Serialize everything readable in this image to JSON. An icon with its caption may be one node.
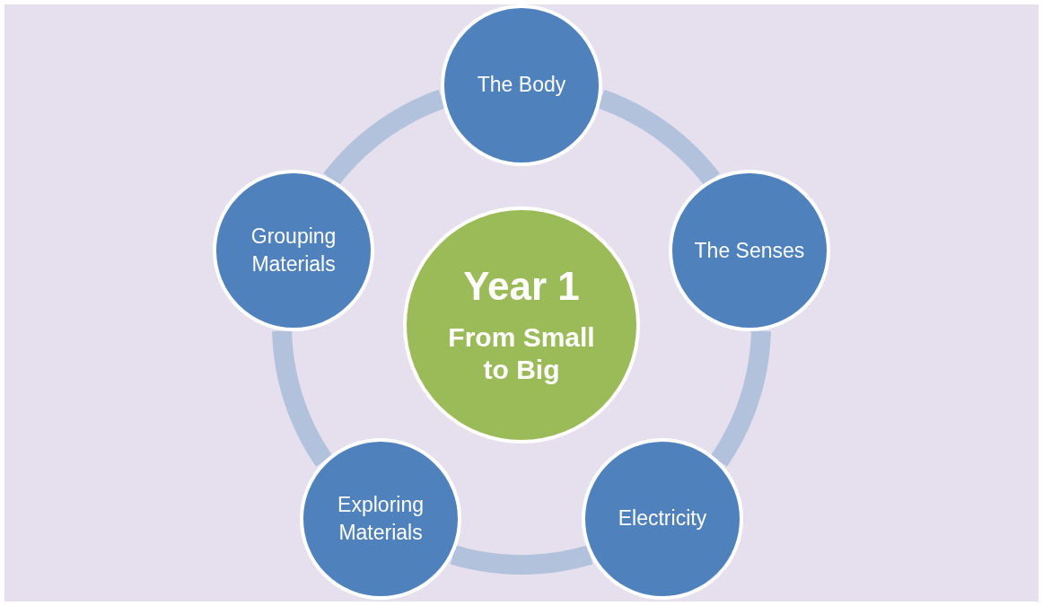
{
  "diagram": {
    "nodes": [
      {
        "text": [
          "Year 1",
          "From Small to Big"
        ]
      },
      {
        "text": [
          "The Body"
        ]
      },
      {
        "text": [
          "The Senses"
        ]
      },
      {
        "text": [
          "Electricity"
        ]
      },
      {
        "text": [
          "Exploring Materials"
        ]
      },
      {
        "text": [
          "Grouping Materials"
        ]
      }
    ],
    "edges": [
      {
        "from": 1,
        "to": 2,
        "arrow": "none"
      },
      {
        "from": 2,
        "to": 3,
        "arrow": "none"
      },
      {
        "from": 3,
        "to": 4,
        "arrow": "none"
      },
      {
        "from": 4,
        "to": 5,
        "arrow": "none"
      },
      {
        "from": 5,
        "to": 1,
        "arrow": "none"
      }
    ]
  }
}
